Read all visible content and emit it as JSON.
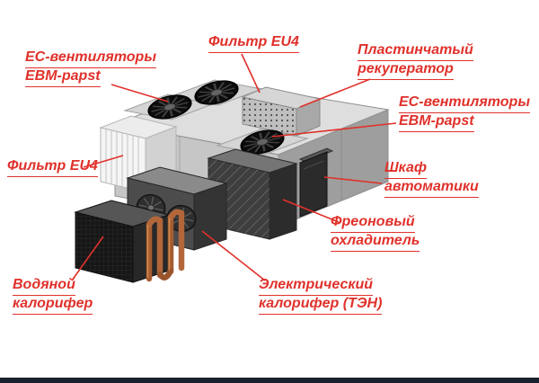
{
  "diagram": {
    "colors": {
      "label": "#e0312b",
      "arrow": "#e0312b"
    },
    "labels": [
      {
        "id": "ec-fans-left",
        "line1": "ЕС-вентиляторы",
        "line2": "EBM-papst"
      },
      {
        "id": "filter-top",
        "line1": "Фильтр EU4",
        "line2": ""
      },
      {
        "id": "recuperator",
        "line1": "Пластинчатый",
        "line2": "рекуператор"
      },
      {
        "id": "ec-fans-right",
        "line1": "ЕС-вентиляторы",
        "line2": "EBM-papst"
      },
      {
        "id": "filter-left",
        "line1": "Фильтр EU4",
        "line2": ""
      },
      {
        "id": "control-cabinet",
        "line1": "Шкаф",
        "line2": "автоматики"
      },
      {
        "id": "freon-cooler",
        "line1": "Фреоновый",
        "line2": "охладитель"
      },
      {
        "id": "water-heater",
        "line1": "Водяной",
        "line2": "калорифер"
      },
      {
        "id": "electric-heater",
        "line1": "Электрический",
        "line2": "калорифер (ТЭН)"
      }
    ]
  }
}
